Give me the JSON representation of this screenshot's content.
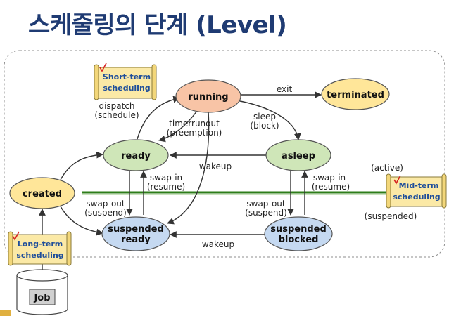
{
  "title": "스케줄링의 단계 (Level)",
  "states": {
    "running": "running",
    "terminated": "terminated",
    "ready": "ready",
    "asleep": "asleep",
    "created": "created",
    "suspended_ready": [
      "suspended",
      "ready"
    ],
    "suspended_blocked": [
      "suspended",
      "blocked"
    ]
  },
  "transitions": {
    "exit": "exit",
    "dispatch": [
      "dispatch",
      "(schedule)"
    ],
    "timerrunout": [
      "timerrunout",
      "(preemption)"
    ],
    "sleep": [
      "sleep",
      "(block)"
    ],
    "wakeup_top": "wakeup",
    "wakeup_bottom": "wakeup",
    "swapin_left": [
      "swap-in",
      "(resume)"
    ],
    "swapin_right": [
      "swap-in",
      "(resume)"
    ],
    "swapout_left": [
      "swap-out",
      "(suspend)"
    ],
    "swapout_right": [
      "swap-out",
      "(suspend)"
    ]
  },
  "notes": {
    "short_term": [
      "Short-term",
      "scheduling"
    ],
    "mid_term": [
      "Mid-term",
      "scheduling"
    ],
    "long_term": [
      "Long-term",
      "scheduling"
    ]
  },
  "side_labels": {
    "active": "(active)",
    "suspended": "(suspended)"
  },
  "job": "Job",
  "colors": {
    "title": "#1f3b73",
    "running": "#f8c4a6",
    "ready_fill": "#cfe6b8",
    "suspended_fill": "#c5d9f1",
    "created_fill": "#ffe699",
    "note_fill": "#fbe9a6",
    "divider": "#2e7d1a"
  }
}
